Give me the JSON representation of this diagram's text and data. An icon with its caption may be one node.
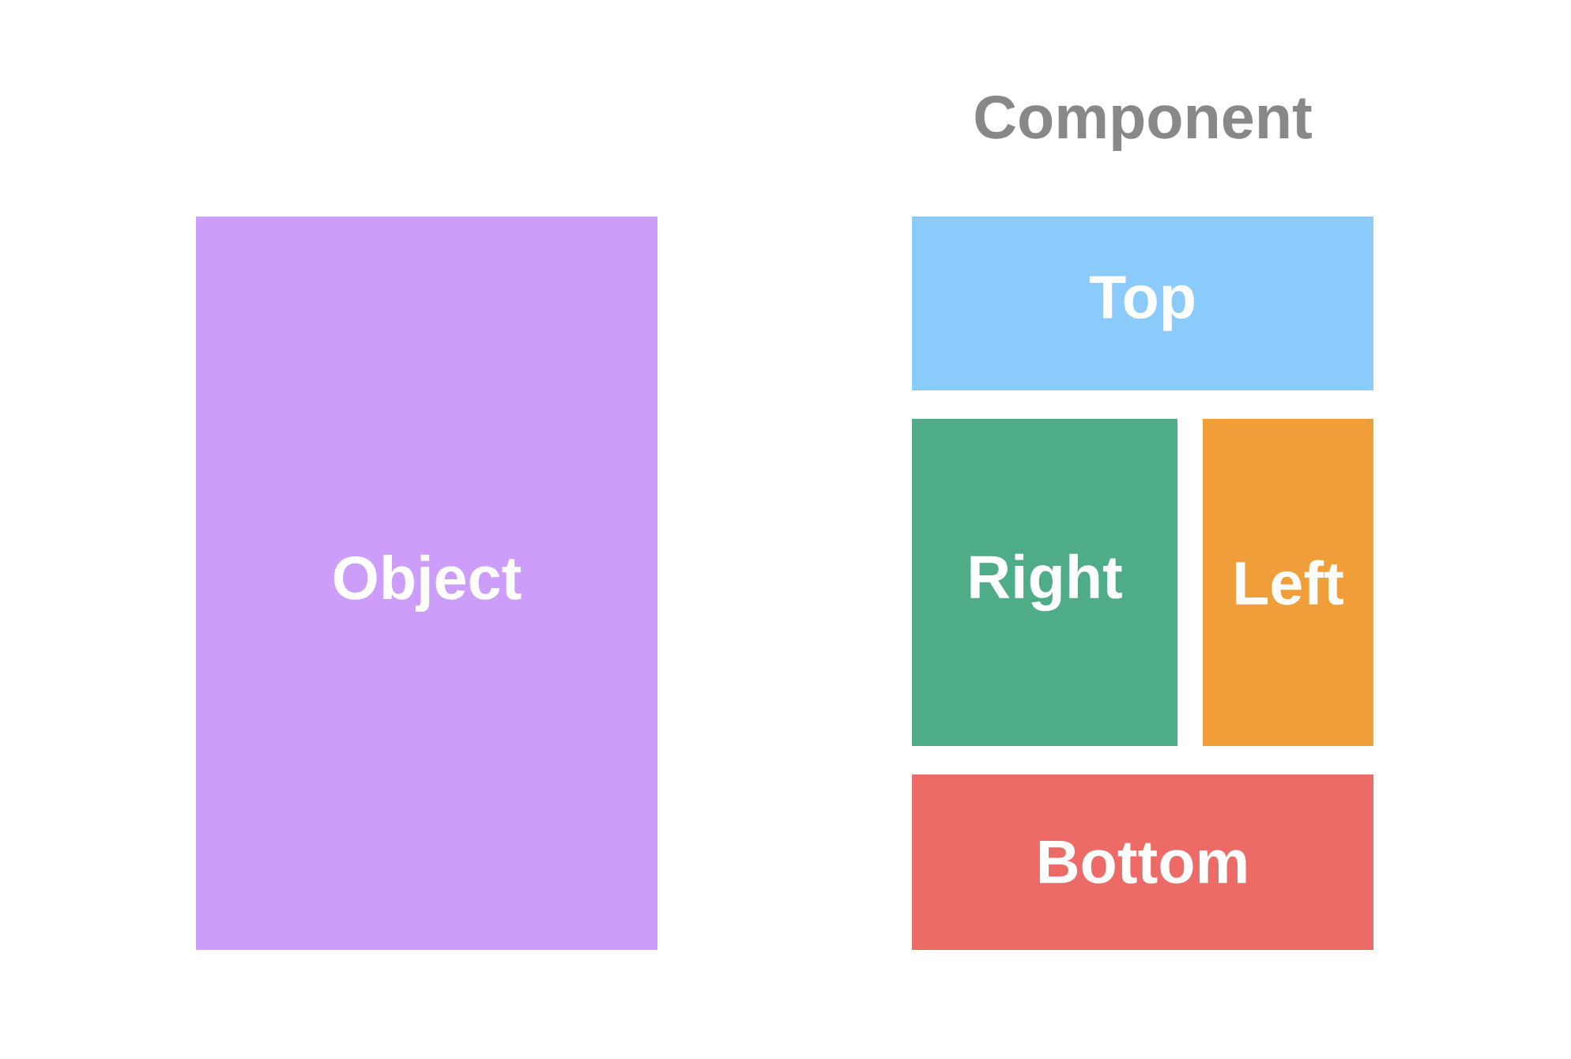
{
  "diagram": {
    "nodes": [
      {
        "text": [
          "Object"
        ]
      },
      {
        "text": [
          "Top"
        ]
      },
      {
        "text": [
          "Right"
        ]
      },
      {
        "text": [
          "Left"
        ]
      },
      {
        "text": [
          "Bottom"
        ]
      }
    ],
    "labels": [
      "Component"
    ]
  }
}
